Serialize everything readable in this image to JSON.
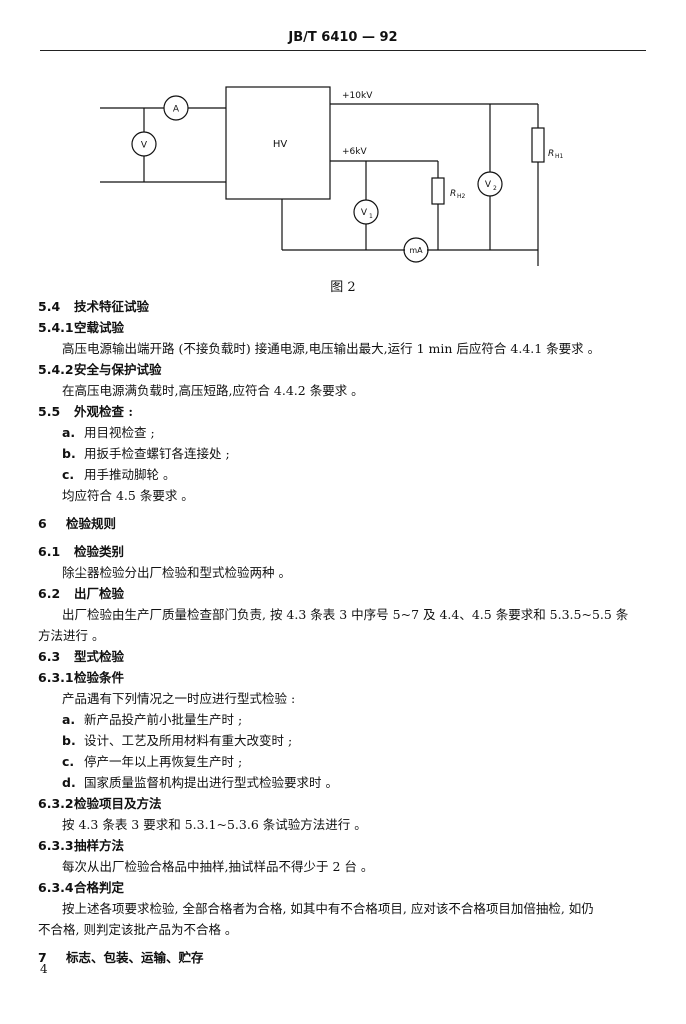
{
  "header": {
    "title": "JB/T 6410 — 92"
  },
  "figure": {
    "labels": {
      "ammeter": "A",
      "voltmeter_in": "V",
      "hv_box": "HV",
      "out_10kv": "+10kV",
      "out_6kv": "+6kV",
      "voltmeter_1": "V",
      "voltmeter_1_sub": "1",
      "voltmeter_2": "V",
      "voltmeter_2_sub": "2",
      "resistor_1": "R",
      "resistor_1_sub": "H1",
      "resistor_2": "R",
      "resistor_2_sub": "H2",
      "milliammeter": "mA"
    },
    "caption": "图 2"
  },
  "sections": [
    {
      "num": "5.4",
      "title": "技术特征试验"
    },
    {
      "num": "5.4.1",
      "title": "空载试验"
    },
    {
      "text": "高压电源输出端开路 (不接负载时) 接通电源,电压输出最大,运行 1 min 后应符合 4.4.1 条要求 。"
    },
    {
      "num": "5.4.2",
      "title": "安全与保护试验"
    },
    {
      "text": "在高压电源满负载时,高压短路,应符合 4.4.2 条要求 。"
    },
    {
      "num": "5.5",
      "title": "外观检查 :"
    },
    {
      "mark": "a.",
      "text": "用目视检查 ;"
    },
    {
      "mark": "b.",
      "text": "用扳手检查螺钉各连接处 ;"
    },
    {
      "mark": "c.",
      "text": "用手推动脚轮 。"
    },
    {
      "text": "均应符合 4.5 条要求 。"
    },
    {
      "num": "6",
      "title": "检验规则"
    },
    {
      "num": "6.1",
      "title": "检验类别"
    },
    {
      "text": "除尘器检验分出厂检验和型式检验两种 。"
    },
    {
      "num": "6.2",
      "title": "出厂检验"
    },
    {
      "text": "出厂检验由生产厂质量检查部门负责, 按 4.3 条表 3 中序号 5~7 及 4.4、4.5 条要求和 5.3.5~5.5 条"
    },
    {
      "cont": "方法进行 。"
    },
    {
      "num": "6.3",
      "title": "型式检验"
    },
    {
      "num": "6.3.1",
      "title": "检验条件"
    },
    {
      "text": "产品遇有下列情况之一时应进行型式检验 :"
    },
    {
      "mark": "a.",
      "text": "新产品投产前小批量生产时 ;"
    },
    {
      "mark": "b.",
      "text": "设计、工艺及所用材料有重大改变时 ;"
    },
    {
      "mark": "c.",
      "text": "停产一年以上再恢复生产时 ;"
    },
    {
      "mark": "d.",
      "text": "国家质量监督机构提出进行型式检验要求时 。"
    },
    {
      "num": "6.3.2",
      "title": "检验项目及方法"
    },
    {
      "text": "按 4.3 条表 3 要求和 5.3.1~5.3.6 条试验方法进行 。"
    },
    {
      "num": "6.3.3",
      "title": "抽样方法"
    },
    {
      "text": "每次从出厂检验合格品中抽样,抽试样品不得少于 2 台 。"
    },
    {
      "num": "6.3.4",
      "title": "合格判定"
    },
    {
      "text": "按上述各项要求检验, 全部合格者为合格, 如其中有不合格项目, 应对该不合格项目加倍抽检, 如仍"
    },
    {
      "cont": "不合格, 则判定该批产品为不合格 。"
    },
    {
      "num": "7",
      "title": "标志、包装、运输、贮存"
    }
  ],
  "footer": {
    "page_number": "4"
  }
}
